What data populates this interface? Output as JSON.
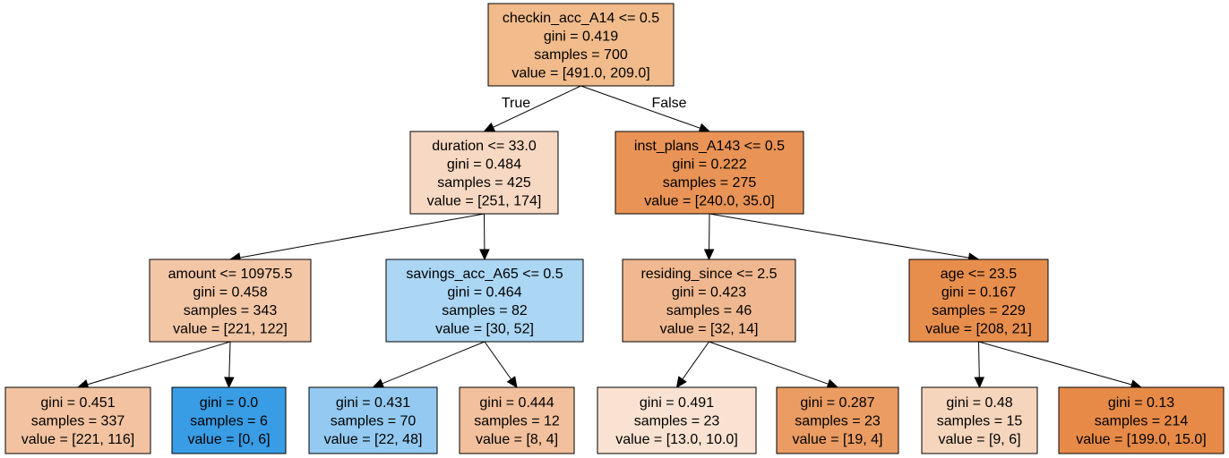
{
  "tree": {
    "edge_labels": {
      "true": "True",
      "false": "False"
    },
    "nodes": [
      {
        "id": "n0",
        "lines": [
          "checkin_acc_A14 <= 0.5",
          "gini = 0.419",
          "samples = 700",
          "value = [491.0, 209.0]"
        ],
        "fill": "#f1bb8b"
      },
      {
        "id": "n1",
        "lines": [
          "duration <= 33.0",
          "gini = 0.484",
          "samples = 425",
          "value = [251, 174]"
        ],
        "fill": "#f7d8c2"
      },
      {
        "id": "n2",
        "lines": [
          "inst_plans_A143 <= 0.5",
          "gini = 0.222",
          "samples = 275",
          "value = [240.0, 35.0]"
        ],
        "fill": "#e99356"
      },
      {
        "id": "n3",
        "lines": [
          "amount <= 10975.5",
          "gini = 0.458",
          "samples = 343",
          "value = [221, 122]"
        ],
        "fill": "#f3c6a6"
      },
      {
        "id": "n4",
        "lines": [
          "savings_acc_A65 <= 0.5",
          "gini = 0.464",
          "samples = 82",
          "value = [30, 52]"
        ],
        "fill": "#abd6f4"
      },
      {
        "id": "n5",
        "lines": [
          "residing_since <= 2.5",
          "gini = 0.423",
          "samples = 46",
          "value = [32, 14]"
        ],
        "fill": "#f0b890"
      },
      {
        "id": "n6",
        "lines": [
          "age <= 23.5",
          "gini = 0.167",
          "samples = 229",
          "value = [208, 21]"
        ],
        "fill": "#e88e4d"
      },
      {
        "id": "n7",
        "lines": [
          "gini = 0.451",
          "samples = 337",
          "value = [221, 116]"
        ],
        "fill": "#f3c3a1"
      },
      {
        "id": "n8",
        "lines": [
          "gini = 0.0",
          "samples = 6",
          "value = [0, 6]"
        ],
        "fill": "#399de5"
      },
      {
        "id": "n9",
        "lines": [
          "gini = 0.431",
          "samples = 70",
          "value = [22, 48]"
        ],
        "fill": "#94caf1"
      },
      {
        "id": "n10",
        "lines": [
          "gini = 0.444",
          "samples = 12",
          "value = [8, 4]"
        ],
        "fill": "#f2c09c"
      },
      {
        "id": "n11",
        "lines": [
          "gini = 0.491",
          "samples = 23",
          "value = [13.0, 10.0]"
        ],
        "fill": "#f9e2d1"
      },
      {
        "id": "n12",
        "lines": [
          "gini = 0.287",
          "samples = 23",
          "value = [19, 4]"
        ],
        "fill": "#ea9c63"
      },
      {
        "id": "n13",
        "lines": [
          "gini = 0.48",
          "samples = 15",
          "value = [9, 6]"
        ],
        "fill": "#f6d5bd"
      },
      {
        "id": "n14",
        "lines": [
          "gini = 0.13",
          "samples = 214",
          "value = [199.0, 15.0]"
        ],
        "fill": "#e78a48"
      }
    ]
  }
}
